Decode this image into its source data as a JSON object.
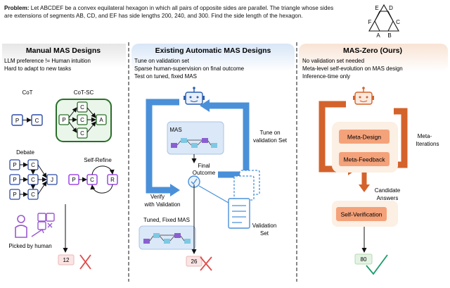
{
  "problem": {
    "label": "Problem:",
    "text": "Let ABCDEF be a convex equilateral hexagon in which all pairs of opposite sides are parallel. The triangle whose sides are extensions of segments AB, CD, and EF has side lengths 200, 240, and 300. Find the side length of the hexagon."
  },
  "hexagon": {
    "vertices": [
      "A",
      "B",
      "C",
      "D",
      "E",
      "F"
    ]
  },
  "manual": {
    "title": "Manual MAS Designs",
    "notes": [
      "LLM preference != Human intuition",
      "Hard to adapt to new tasks"
    ],
    "cot_label": "CoT",
    "cot_sc_label": "CoT-SC",
    "debate_label": "Debate",
    "self_refine_label": "Self-Refine",
    "picked_label": "Picked by human",
    "answer": "12"
  },
  "existing": {
    "title": "Existing Automatic MAS Designs",
    "notes": [
      "Tune on validation set",
      "Sparse human-supervision on final outcome",
      "Test on tuned, fixed MAS"
    ],
    "mas_label": "MAS",
    "final_outcome": [
      "Final",
      "Outcome"
    ],
    "tune_label": [
      "Tune on",
      "validation Set"
    ],
    "verify_label": [
      "Verify",
      "with Validation"
    ],
    "validation_set": [
      "Validation",
      "Set"
    ],
    "tuned_label": "Tuned, Fixed MAS",
    "answer": "26"
  },
  "zero": {
    "title": "MAS-Zero (Ours)",
    "notes": [
      "No validation set needed",
      "Meta-level self-evolution on MAS design",
      "Inference-time only"
    ],
    "meta_design": "Meta-Design",
    "meta_feedback": "Meta-Feedback",
    "meta_iterations": [
      "Meta-",
      "Iterations"
    ],
    "candidate": [
      "Candidate",
      "Answers"
    ],
    "self_verification": "Self-Verification",
    "answer": "80"
  },
  "colors": {
    "blue": "#4a90d9",
    "orange": "#d4622b",
    "green": "#2a6e2a",
    "purple": "#8a2be2",
    "red": "#e04a4a"
  }
}
